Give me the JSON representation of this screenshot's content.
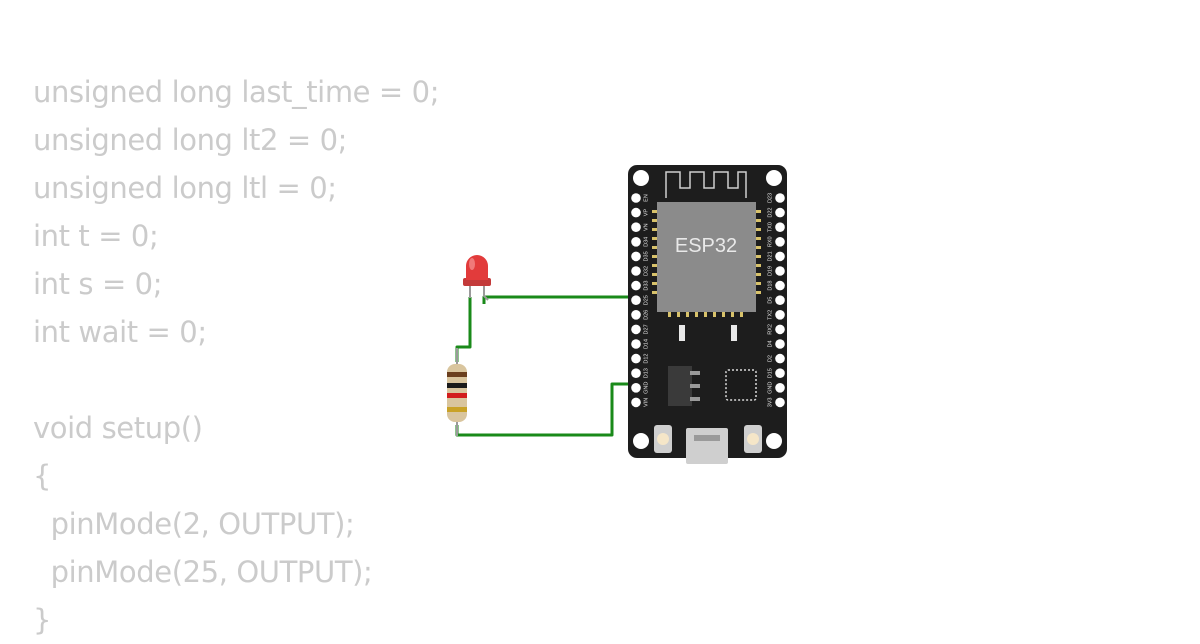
{
  "code": {
    "lines": [
      "unsigned long last_time = 0;",
      "unsigned long lt2 = 0;",
      "unsigned long ltl = 0;",
      "int t = 0;",
      "int s = 0;",
      "int wait = 0;",
      "",
      "void setup()",
      "{",
      "  pinMode(2, OUTPUT);",
      "  pinMode(25, OUTPUT);",
      "}"
    ]
  },
  "board": {
    "chip_label": "ESP32",
    "left_pins": [
      "EN",
      "VP",
      "VN",
      "D34",
      "D35",
      "D32",
      "D33",
      "D25",
      "D26",
      "D27",
      "D14",
      "D12",
      "D13",
      "GND",
      "VIN"
    ],
    "right_pins": [
      "D23",
      "D22",
      "TX0",
      "RX0",
      "D21",
      "D19",
      "D18",
      "D5",
      "TX2",
      "RX2",
      "D4",
      "D2",
      "D15",
      "GND",
      "3V3"
    ],
    "colors": {
      "board": "#1d1d1d",
      "chip": "#8b8b8b",
      "wire": "#1a8a1a",
      "led": "#e23b3b"
    }
  },
  "components": {
    "led": "red-led",
    "resistor": "resistor"
  }
}
